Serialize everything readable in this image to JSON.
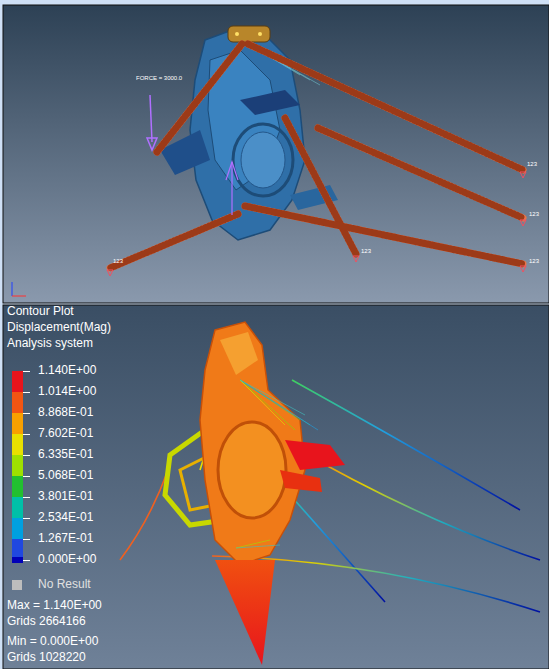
{
  "diagram": {
    "labels": [
      "FORCE = 3000.0",
      "123",
      "123",
      "123",
      "123",
      "123",
      "Contour Plot",
      "Displacement(Mag)",
      "Analysis system",
      "Max = 1.140E+00",
      "Grids 2664166",
      "Min = 0.000E+00",
      "Grids 1028220"
    ],
    "legend": [
      {
        "text": "1.140E+00",
        "color": "#e8141c"
      },
      {
        "text": "1.014E+00",
        "color": "#f25512"
      },
      {
        "text": "8.868E-01",
        "color": "#f8a000"
      },
      {
        "text": "7.602E-01",
        "color": "#e8e000"
      },
      {
        "text": "6.335E-01",
        "color": "#9ee000"
      },
      {
        "text": "5.068E-01",
        "color": "#22c030"
      },
      {
        "text": "3.801E-01",
        "color": "#00c0a8"
      },
      {
        "text": "2.534E-01",
        "color": "#00a0e0"
      },
      {
        "text": "1.267E-01",
        "color": "#2048e0"
      },
      {
        "text": "0.000E+00",
        "color": "#0000b8"
      },
      {
        "text": "No Result",
        "color": "#bdbdbd"
      }
    ]
  }
}
